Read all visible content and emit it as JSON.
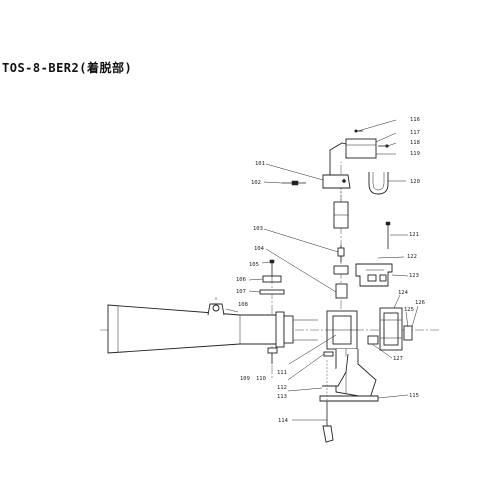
{
  "title": "TOS-8-BER2(着脱部)",
  "part_numbers": {
    "p101": "101",
    "p102": "102",
    "p103": "103",
    "p104": "104",
    "p105": "105",
    "p106": "106",
    "p107": "107",
    "p108": "108",
    "p109": "109",
    "p110": "110",
    "p111": "111",
    "p112": "112",
    "p113": "113",
    "p114": "114",
    "p115": "115",
    "p116": "116",
    "p117": "117",
    "p118": "118",
    "p119": "119",
    "p120": "120",
    "p121": "121",
    "p122": "122",
    "p123": "123",
    "p124": "124",
    "p125": "125",
    "p126": "126",
    "p127": "127"
  }
}
